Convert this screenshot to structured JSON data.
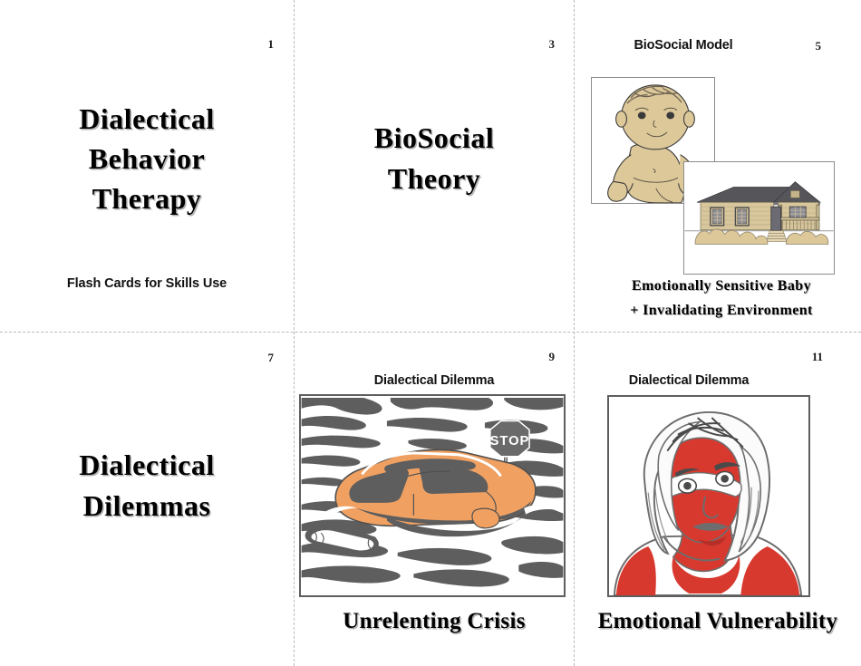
{
  "document": {
    "title": "Dialectical Behavior Therapy Flash Cards",
    "sheet_layout": "2 rows x 3 columns of printable flash cards with dash-dot cut guides"
  },
  "palette": {
    "page_background": "#ffffff",
    "guide_line": "#b9b9b9",
    "text": "#000000",
    "skin_tan": "#ddc89a",
    "house_tan": "#d8c79c",
    "roof_gray": "#55555a",
    "flood_gray": "#5e5e5e",
    "car_orange": "#f0a162",
    "face_red": "#d8392f",
    "hair_white": "#fbfbfb",
    "frame_gray": "#8c8c8c"
  },
  "cards": [
    {
      "number": "1",
      "header": "",
      "title_lines": [
        "Dialectical",
        "Behavior",
        "Therapy"
      ],
      "subtitle": "Flash Cards for Skills Use",
      "caption_lines": [],
      "images": []
    },
    {
      "number": "3",
      "header": "",
      "title_lines": [
        "BioSocial",
        "Theory"
      ],
      "subtitle": "",
      "caption_lines": [],
      "images": []
    },
    {
      "number": "5",
      "header": "BioSocial Model",
      "title_lines": [],
      "subtitle": "",
      "caption_lines": [
        "Emotionally Sensitive Baby",
        "+ Invalidating Environment"
      ],
      "images": [
        "baby-illustration",
        "house-illustration"
      ]
    },
    {
      "number": "7",
      "header": "",
      "title_lines": [
        "Dialectical",
        "Dilemmas"
      ],
      "subtitle": "",
      "caption_lines": [],
      "images": []
    },
    {
      "number": "9",
      "header": "Dialectical Dilemma",
      "title_lines": [],
      "subtitle": "",
      "caption_lines": [
        "Unrelenting Crisis"
      ],
      "images": [
        "flooded-car-illustration"
      ],
      "image_detail": {
        "sign_text": "STOP"
      }
    },
    {
      "number": "11",
      "header": "Dialectical Dilemma",
      "title_lines": [],
      "subtitle": "",
      "caption_lines": [
        "Emotional Vulnerability"
      ],
      "images": [
        "woman-face-illustration"
      ]
    }
  ],
  "card1": {
    "number": "1",
    "title_line1": "Dialectical",
    "title_line2": "Behavior",
    "title_line3": "Therapy",
    "subtitle": "Flash Cards for Skills Use"
  },
  "card3": {
    "number": "3",
    "title_line1": "BioSocial",
    "title_line2": "Theory"
  },
  "card5": {
    "number": "5",
    "header": "BioSocial Model",
    "caption_line1": "Emotionally Sensitive Baby",
    "caption_line2": "+ Invalidating Environment"
  },
  "card7": {
    "number": "7",
    "title_line1": "Dialectical",
    "title_line2": "Dilemmas"
  },
  "card9": {
    "number": "9",
    "header": "Dialectical Dilemma",
    "caption": "Unrelenting Crisis",
    "sign_text": "STOP"
  },
  "card11": {
    "number": "11",
    "header": "Dialectical Dilemma",
    "caption": "Emotional Vulnerability"
  }
}
